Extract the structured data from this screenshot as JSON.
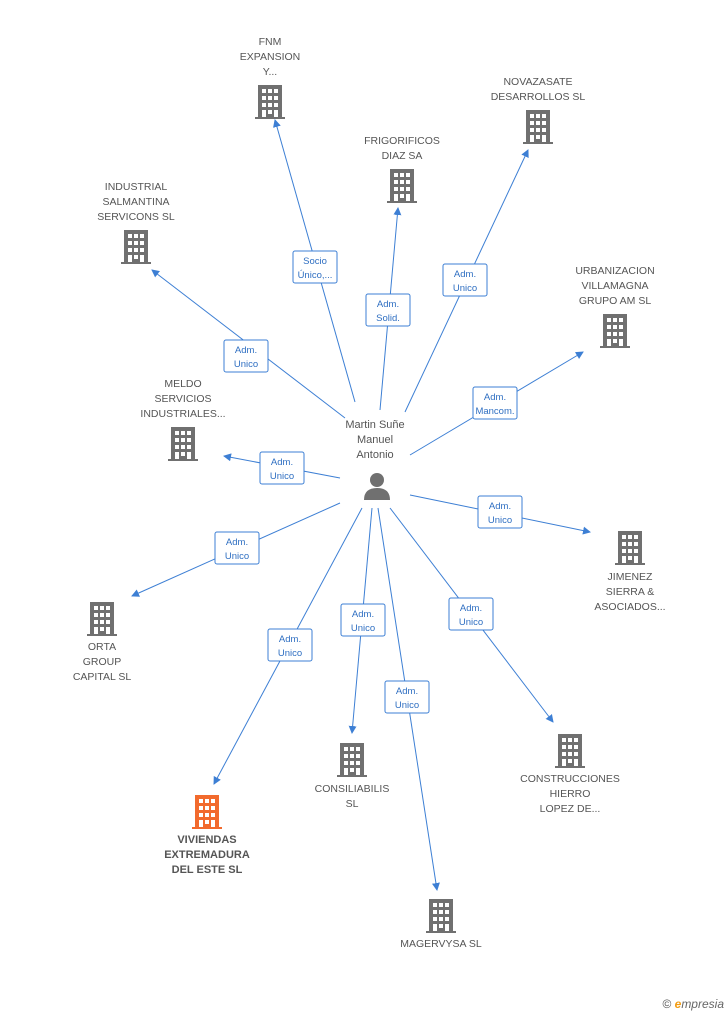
{
  "center": {
    "name_lines": [
      "Martin Suñe",
      "Manuel",
      "Antonio"
    ],
    "icon": "person-icon"
  },
  "colors": {
    "edge": "#3d7fd4",
    "building": "#707070",
    "highlight_building": "#f26a2d",
    "label": "#555555"
  },
  "nodes": [
    {
      "id": "fnm",
      "lines": [
        "FNM",
        "EXPANSION",
        "Y..."
      ],
      "edge_lines": [
        "Socio",
        "Único,..."
      ],
      "highlight": false
    },
    {
      "id": "novazasate",
      "lines": [
        "NOVAZASATE",
        "DESARROLLOS SL"
      ],
      "edge_lines": [
        "Adm.",
        "Unico"
      ],
      "highlight": false
    },
    {
      "id": "frigorificos",
      "lines": [
        "FRIGORIFICOS",
        "DIAZ SA"
      ],
      "edge_lines": [
        "Adm.",
        "Solid."
      ],
      "highlight": false
    },
    {
      "id": "industrial",
      "lines": [
        "INDUSTRIAL",
        "SALMANTINA",
        "SERVICONS  SL"
      ],
      "edge_lines": [
        "Adm.",
        "Unico"
      ],
      "highlight": false
    },
    {
      "id": "urbanizacion",
      "lines": [
        "URBANIZACION",
        "VILLAMAGNA",
        "GRUPO AM SL"
      ],
      "edge_lines": [
        "Adm.",
        "Mancom."
      ],
      "highlight": false
    },
    {
      "id": "meldo",
      "lines": [
        "MELDO",
        "SERVICIOS",
        "INDUSTRIALES..."
      ],
      "edge_lines": [
        "Adm.",
        "Unico"
      ],
      "highlight": false
    },
    {
      "id": "jimenez",
      "lines": [
        "JIMENEZ",
        "SIERRA &",
        "ASOCIADOS..."
      ],
      "edge_lines": [
        "Adm.",
        "Unico"
      ],
      "highlight": false
    },
    {
      "id": "orta",
      "lines": [
        "ORTA",
        "GROUP",
        "CAPITAL  SL"
      ],
      "edge_lines": [
        "Adm.",
        "Unico"
      ],
      "highlight": false
    },
    {
      "id": "construcciones",
      "lines": [
        "CONSTRUCCIONES",
        "HIERRO",
        "LOPEZ DE..."
      ],
      "edge_lines": [
        "Adm.",
        "Unico"
      ],
      "highlight": false
    },
    {
      "id": "consiliabilis",
      "lines": [
        "CONSILIABILIS",
        "SL"
      ],
      "edge_lines": [
        "Adm.",
        "Unico"
      ],
      "highlight": false
    },
    {
      "id": "viviendas",
      "lines": [
        "VIVIENDAS",
        "EXTREMADURA",
        "DEL ESTE SL"
      ],
      "edge_lines": [
        "Adm.",
        "Unico"
      ],
      "highlight": true
    },
    {
      "id": "magervysa",
      "lines": [
        "MAGERVYSA SL"
      ],
      "edge_lines": [
        "Adm.",
        "Unico"
      ],
      "highlight": false
    }
  ],
  "watermark": {
    "symbol": "©",
    "brand_initial": "e",
    "brand_rest": "mpresia"
  }
}
